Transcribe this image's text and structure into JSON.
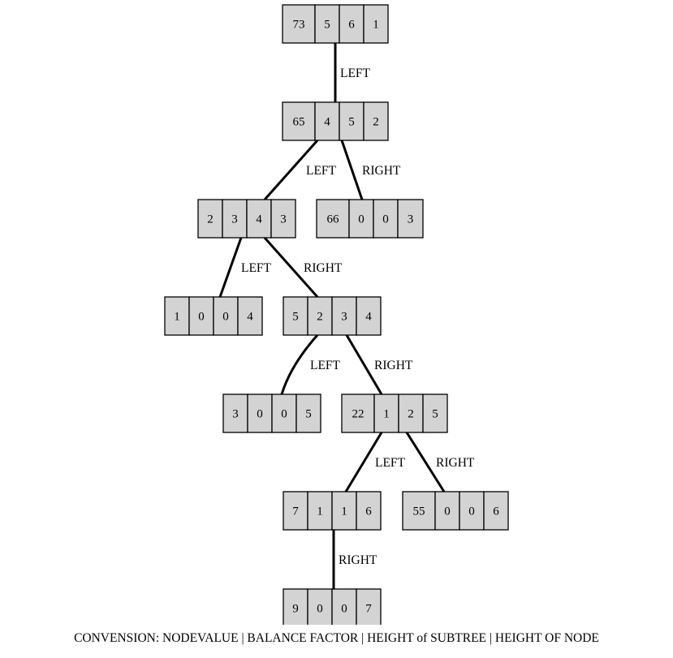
{
  "nodes": [
    {
      "id": "n73",
      "cells": [
        "73",
        "5",
        "6",
        "1"
      ]
    },
    {
      "id": "n65",
      "cells": [
        "65",
        "4",
        "5",
        "2"
      ]
    },
    {
      "id": "n2",
      "cells": [
        "2",
        "3",
        "4",
        "3"
      ]
    },
    {
      "id": "n66",
      "cells": [
        "66",
        "0",
        "0",
        "3"
      ]
    },
    {
      "id": "n1",
      "cells": [
        "1",
        "0",
        "0",
        "4"
      ]
    },
    {
      "id": "n5",
      "cells": [
        "5",
        "2",
        "3",
        "4"
      ]
    },
    {
      "id": "n3",
      "cells": [
        "3",
        "0",
        "0",
        "5"
      ]
    },
    {
      "id": "n22",
      "cells": [
        "22",
        "1",
        "2",
        "5"
      ]
    },
    {
      "id": "n7",
      "cells": [
        "7",
        "1",
        "1",
        "6"
      ]
    },
    {
      "id": "n55",
      "cells": [
        "55",
        "0",
        "0",
        "6"
      ]
    },
    {
      "id": "n9",
      "cells": [
        "9",
        "0",
        "0",
        "7"
      ]
    }
  ],
  "edges": [
    {
      "from": "n73",
      "to": "n65",
      "label": "LEFT"
    },
    {
      "from": "n65",
      "to": "n2",
      "label": "LEFT"
    },
    {
      "from": "n65",
      "to": "n66",
      "label": "RIGHT"
    },
    {
      "from": "n2",
      "to": "n1",
      "label": "LEFT"
    },
    {
      "from": "n2",
      "to": "n5",
      "label": "RIGHT"
    },
    {
      "from": "n5",
      "to": "n3",
      "label": "LEFT"
    },
    {
      "from": "n5",
      "to": "n22",
      "label": "RIGHT"
    },
    {
      "from": "n22",
      "to": "n7",
      "label": "LEFT"
    },
    {
      "from": "n22",
      "to": "n55",
      "label": "RIGHT"
    },
    {
      "from": "n7",
      "to": "n9",
      "label": "RIGHT"
    }
  ],
  "caption": "CONVENSION: NODEVALUE | BALANCE FACTOR | HEIGHT of SUBTREE | HEIGHT OF NODE"
}
